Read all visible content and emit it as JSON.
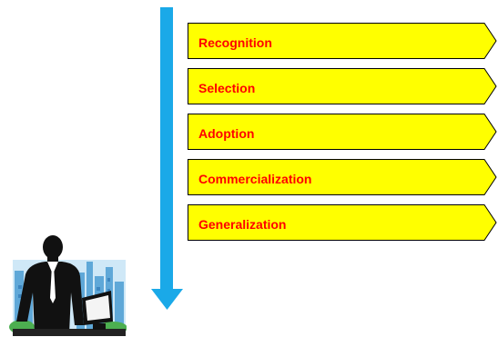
{
  "steps": [
    {
      "label": "Recognition"
    },
    {
      "label": "Selection"
    },
    {
      "label": "Adoption"
    },
    {
      "label": "Commercialization"
    },
    {
      "label": "Generalization"
    }
  ],
  "colors": {
    "arrow": "#1aa9e8",
    "step_fill": "#ffff00",
    "step_text": "#ff0000",
    "step_border": "#000000"
  },
  "clipart": {
    "icon": "businessman-city-computer-illustration"
  }
}
